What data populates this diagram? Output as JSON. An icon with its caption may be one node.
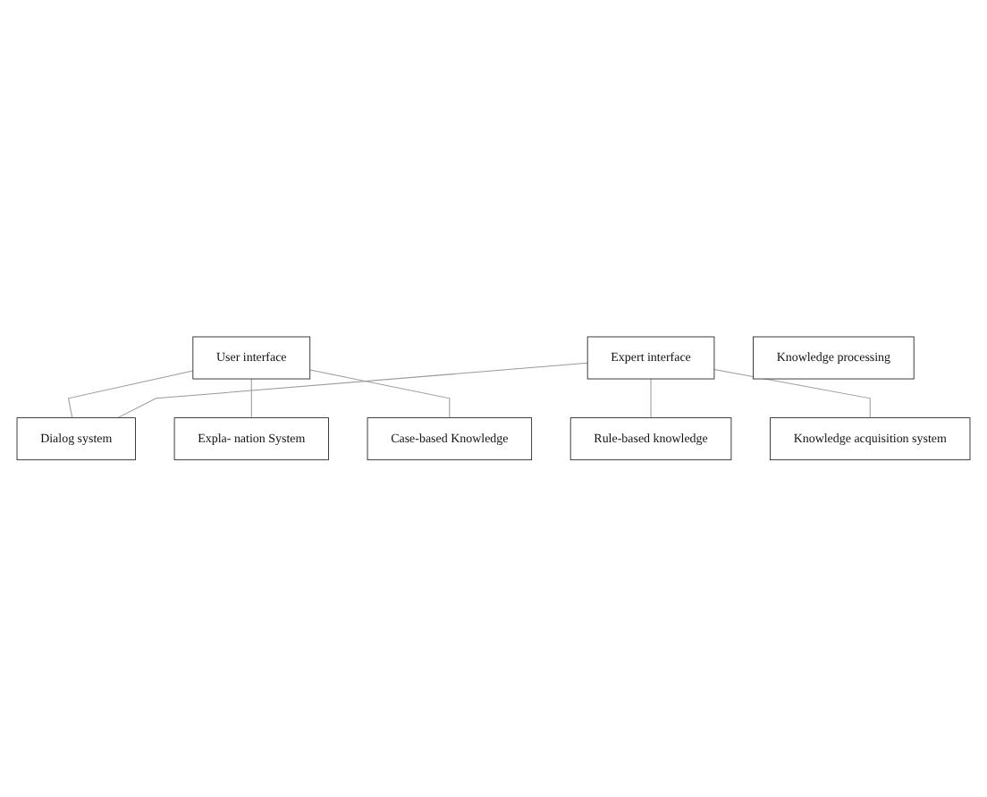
{
  "diagram": {
    "nodes": [
      {
        "text": [
          "User interface"
        ]
      },
      {
        "text": [
          "Expert interface"
        ]
      },
      {
        "text": [
          "Dialog system"
        ]
      },
      {
        "text": [
          "Expla- nation System"
        ]
      },
      {
        "text": [
          "Case-based Knowledge"
        ]
      },
      {
        "text": [
          "Rule-based knowledge"
        ]
      },
      {
        "text": [
          "Knowledge acquisition system"
        ]
      },
      {
        "text": [
          "Knowledge processing"
        ]
      }
    ],
    "edges": [
      {
        "from": 0,
        "to": 2,
        "arrow": "none"
      },
      {
        "from": 0,
        "to": 3,
        "arrow": "none"
      },
      {
        "from": 0,
        "to": 4,
        "arrow": "none"
      },
      {
        "from": 1,
        "to": 2,
        "arrow": "none"
      },
      {
        "from": 1,
        "to": 5,
        "arrow": "none"
      },
      {
        "from": 1,
        "to": 6,
        "arrow": "none"
      }
    ]
  }
}
